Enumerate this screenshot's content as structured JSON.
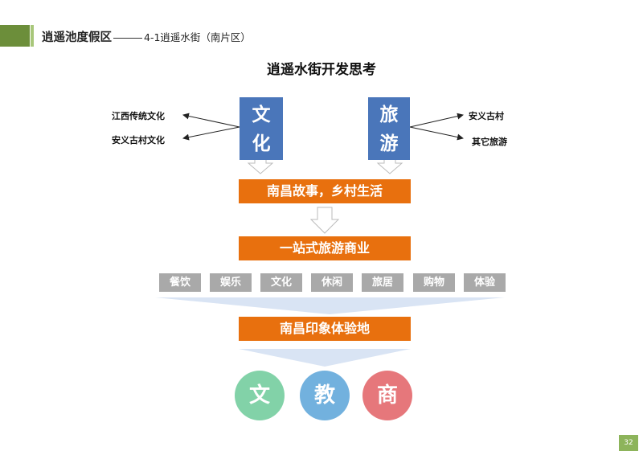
{
  "header": {
    "title": "逍遥池度假区",
    "subtitle": "4-1逍遥水街（南片区）"
  },
  "main_title": "逍遥水街开发思考",
  "left_box": [
    "文",
    "化"
  ],
  "right_box": [
    "旅",
    "游"
  ],
  "left_items": [
    "江西传统文化",
    "安义古村文化"
  ],
  "right_items": [
    "安义古村",
    "其它旅游"
  ],
  "bar1": "南昌故事，乡村生活",
  "bar2": "一站式旅游商业",
  "tags": [
    "餐饮",
    "娱乐",
    "文化",
    "休闲",
    "旅居",
    "购物",
    "体验"
  ],
  "bar3": "南昌印象体验地",
  "circles": [
    {
      "label": "文",
      "color": "#82d2a8"
    },
    {
      "label": "教",
      "color": "#72b1de"
    },
    {
      "label": "商",
      "color": "#e6777b"
    }
  ],
  "page_number": "32",
  "colors": {
    "blue": "#4a76ba",
    "orange": "#e8700e",
    "gray": "#a9a9a9",
    "green": "#6c8e3a"
  }
}
